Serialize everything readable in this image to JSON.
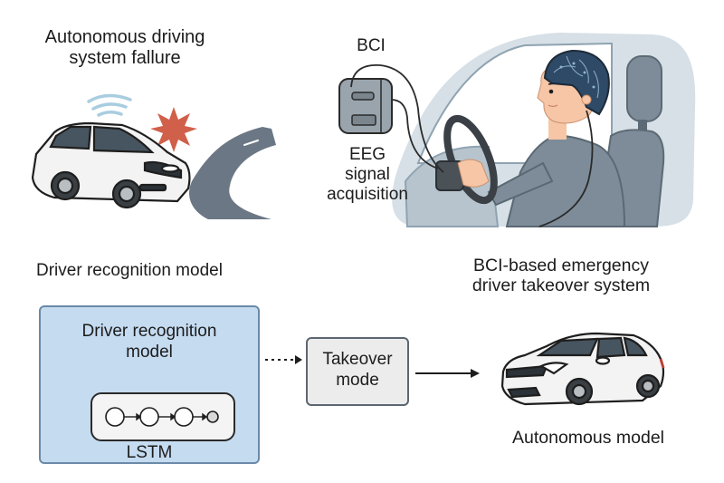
{
  "labels": {
    "failure_title_line1": "Autonomous driving",
    "failure_title_line2": "system fallure",
    "bci": "BCI",
    "eeg_line1": "EEG",
    "eeg_line2": "signal",
    "eeg_line3": "acquisition",
    "driver_recognition_heading": "Driver recognition model",
    "system_title_line1": "BCI-based emergency",
    "system_title_line2": "driver takeover system",
    "autonomous_model": "Autonomous model"
  },
  "driver_recognition_box": {
    "title_line1": "Driver recognition",
    "title_line2": "model",
    "inner_label": "LSTM",
    "lstm_nodes": 4
  },
  "takeover_box": {
    "line1": "Takeover",
    "line2": "mode"
  },
  "flow": [
    {
      "from": "Driver recognition model",
      "to": "Takeover mode",
      "style": "dotted"
    },
    {
      "from": "Takeover mode",
      "to": "Autonomous model",
      "style": "solid"
    }
  ],
  "colors": {
    "box_blue": "#c5dbf0",
    "box_border": "#6a8aa8",
    "takeover_fill": "#ececec",
    "crash_star": "#d0604a",
    "road": "#6b7784",
    "signal_waves": "#a9cde0",
    "cabin": "#d6e0e6",
    "eeg_cap": "#2f4a66",
    "skin": "#f6c6a6",
    "jacket": "#7d8c98"
  }
}
